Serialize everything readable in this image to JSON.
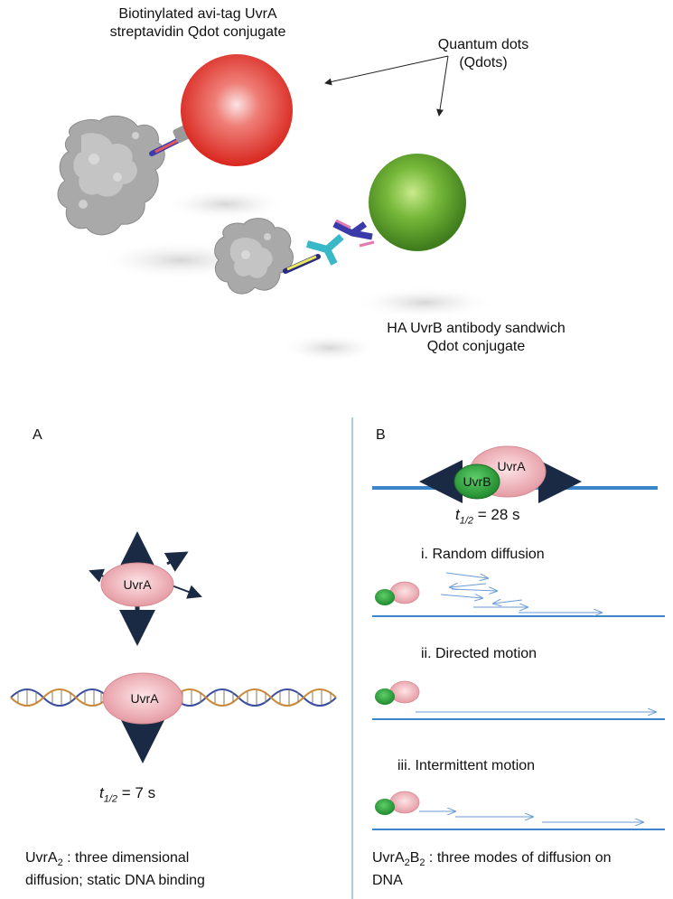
{
  "top": {
    "biotin_label_line1": "Biotinylated avi-tag UvrA",
    "biotin_label_line2": "streptavidin Qdot conjugate",
    "qdots_label_line1": "Quantum dots",
    "qdots_label_line2": "(Qdots)",
    "ha_label_line1": "HA UvrB antibody sandwich",
    "ha_label_line2": "Qdot conjugate"
  },
  "panel_a": {
    "letter": "A",
    "protein_top": "UvrA",
    "protein_dna": "UvrA",
    "t_label": "t",
    "t_sub": "1/2",
    "t_value": " = 7 s",
    "caption_pre": "UvrA",
    "caption_sub": "2",
    "caption_line1_rest": " : three dimensional",
    "caption_line2": "diffusion; static DNA binding"
  },
  "panel_b": {
    "letter": "B",
    "uvra": "UvrA",
    "uvrb": "UvrB",
    "t_label": "t",
    "t_sub": "1/2",
    "t_value": " = 28 s",
    "mode1": "i. Random diffusion",
    "mode2": "ii. Directed motion",
    "mode3": "iii. Intermittent motion",
    "caption_pre": "UvrA",
    "caption_sub1": "2",
    "caption_mid": "B",
    "caption_sub2": "2",
    "caption_line1_rest": " : three modes of diffusion on",
    "caption_line2": "DNA"
  },
  "colors": {
    "red_qdot": "#e03a30",
    "green_qdot": "#5fa52a",
    "uvra_pink": "#f2b9be",
    "uvrb_green": "#2f9e3a",
    "dna_line": "#3a86c8",
    "arrow_dark": "#1b2a44",
    "motion_arrow": "#6b9bd6"
  }
}
